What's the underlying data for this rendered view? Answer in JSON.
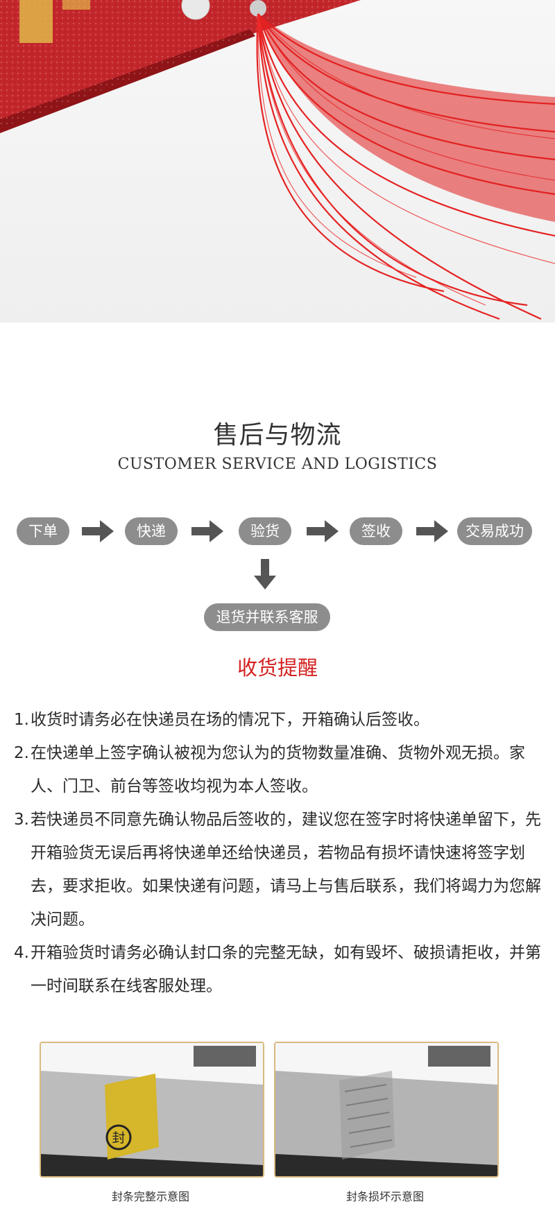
{
  "section": {
    "title_cn": "售后与物流",
    "title_en": "CUSTOMER SERVICE AND LOGISTICS"
  },
  "flow": {
    "steps": [
      "下单",
      "快递",
      "验货",
      "签收",
      "交易成功"
    ],
    "return_step": "退货并联系客服"
  },
  "reminder": {
    "title": "收货提醒",
    "items": [
      "收货时请务必在快递员在场的情况下，开箱确认后签收。",
      "在快递单上签字确认被视为您认为的货物数量准确、货物外观无损。家人、门卫、前台等签收均视为本人签收。",
      "若快递员不同意先确认物品后签收的，建议您在签字时将快递单留下，先开箱验货无误后再将快递单还给快递员，若物品有损坏请快速将签字划去，要求拒收。如果快递有问题，请马上与售后联系，我们将竭力为您解决问题。",
      "开箱验货时请务必确认封口条的完整无缺，如有毁坏、破损请拒收，并第一时间联系在线客服处理。"
    ]
  },
  "photos": {
    "intact_caption": "封条完整示意图",
    "damaged_caption": "封条损坏示意图",
    "seal_char": "封"
  }
}
